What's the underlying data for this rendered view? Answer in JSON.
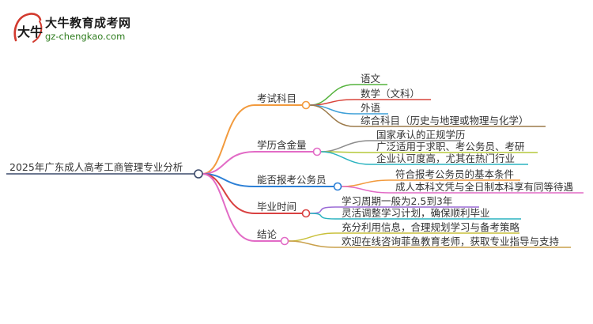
{
  "logo": {
    "mark_glyphs": "大牛",
    "title": "大牛教育成考网",
    "url": "gz-chengkao.com"
  },
  "mindmap": {
    "root": "2025年广东成人高考工商管理专业分析",
    "branches": [
      {
        "label": "考试科目",
        "color": "#f29a3d",
        "children": [
          {
            "label": "语文",
            "color": "#55b33d"
          },
          {
            "label": "数学（文科）",
            "color": "#d9453b"
          },
          {
            "label": "外语",
            "color": "#3fa0d8"
          },
          {
            "label": "综合科目（历史与地理或物理与化学）",
            "color": "#9c7a4a"
          }
        ]
      },
      {
        "label": "学历含金量",
        "color": "#e26bc6",
        "children": [
          {
            "label": "国家承认的正规学历",
            "color": "#8c8c8c"
          },
          {
            "label": "广泛适用于求职、考公务员、考研",
            "color": "#b5c93b"
          },
          {
            "label": "企业认可度高，尤其在热门行业",
            "color": "#2bb3c0"
          }
        ]
      },
      {
        "label": "能否报考公务员",
        "color": "#2b7fd6",
        "children": [
          {
            "label": "符合报考公务员的基本条件",
            "color": "#f29a3d"
          },
          {
            "label": "成人本科文凭与全日制本科享有同等待遇",
            "color": "#e26bc6"
          }
        ]
      },
      {
        "label": "毕业时间",
        "color": "#d94141",
        "children": [
          {
            "label": "学习周期一般为2.5到3年",
            "color": "#9b6bd6"
          },
          {
            "label": "灵活调整学习计划，确保顺利毕业",
            "color": "#2bb3c0"
          }
        ]
      },
      {
        "label": "结论",
        "color": "#e26bc6",
        "children": [
          {
            "label": "充分利用信息，合理规划学习与备考策略",
            "color": "#c9c03b"
          },
          {
            "label": "欢迎在线咨询菲鱼教育老师，获取专业指导与支持",
            "color": "#c9a04a"
          }
        ]
      }
    ]
  }
}
